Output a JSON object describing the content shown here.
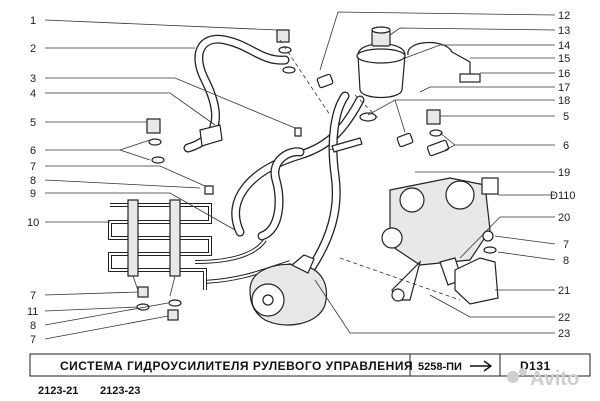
{
  "callouts_left": [
    "1",
    "2",
    "3",
    "4",
    "5",
    "6",
    "7",
    "8",
    "9",
    "10",
    "7",
    "11",
    "8",
    "7"
  ],
  "callouts_right": [
    "12",
    "13",
    "14",
    "15",
    "16",
    "17",
    "18",
    "5",
    "6",
    "19",
    "D110",
    "20",
    "7",
    "8",
    "21",
    "22",
    "23"
  ],
  "title_bar": {
    "title": "СИСТЕМА ГИДРОУСИЛИТЕЛЯ РУЛЕВОГО УПРАВЛЕНИЯ",
    "ref": "5258-ПИ",
    "sheet": "D131"
  },
  "footer": {
    "model_a": "2123-21",
    "model_b": "2123-23"
  },
  "watermark": "Avito"
}
